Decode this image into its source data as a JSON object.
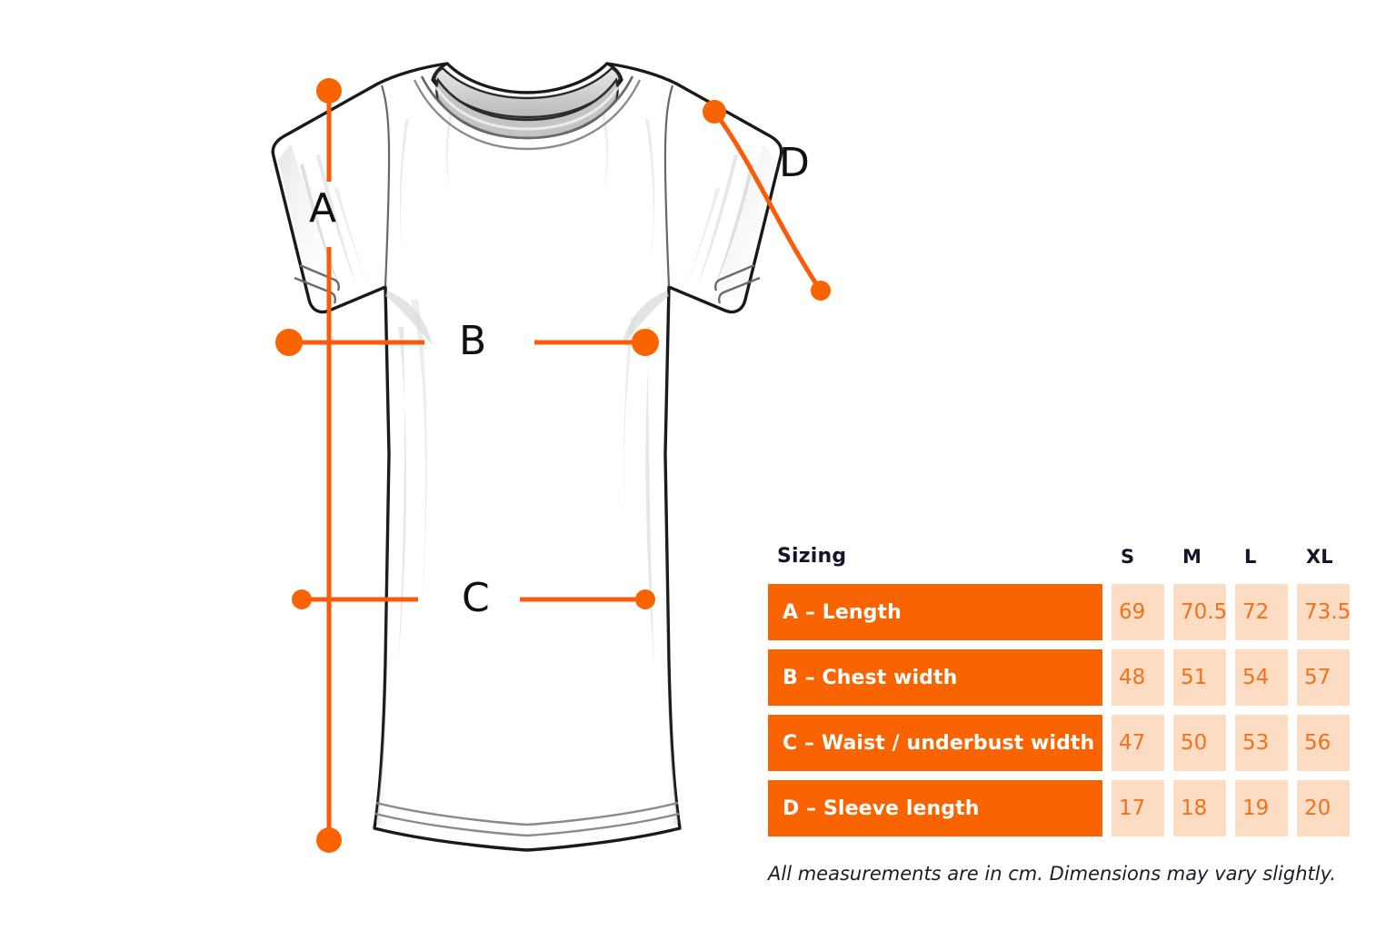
{
  "illustration": {
    "alt": "front view of a short sleeve t-shirt with measurement guides",
    "accent_color": "#FA6400",
    "outline_color": "#1a1a1a",
    "shade_color": "#e4e4e4",
    "markers": [
      {
        "id": "A",
        "label": "A",
        "kind": "vertical",
        "description": "shoulder to bottom hem length"
      },
      {
        "id": "B",
        "label": "B",
        "kind": "horizontal",
        "description": "chest width across armpits"
      },
      {
        "id": "C",
        "label": "C",
        "kind": "horizontal",
        "description": "waist / underbust width"
      },
      {
        "id": "D",
        "label": "D",
        "kind": "curve",
        "description": "sleeve length along outer seam"
      }
    ]
  },
  "table": {
    "title": "Sizing",
    "sizes": [
      "S",
      "M",
      "L",
      "XL"
    ],
    "rows": [
      {
        "label": "A – Length",
        "values": [
          "69",
          "70.5",
          "72",
          "73.5"
        ]
      },
      {
        "label": "B – Chest width",
        "values": [
          "48",
          "51",
          "54",
          "57"
        ]
      },
      {
        "label": "C – Waist / underbust width",
        "values": [
          "47",
          "50",
          "53",
          "56"
        ]
      },
      {
        "label": "D – Sleeve length",
        "values": [
          "17",
          "18",
          "19",
          "20"
        ]
      }
    ],
    "footnote": "All measurements are in cm. Dimensions may vary slightly.",
    "colors": {
      "label_bar": "#FA6400",
      "value_cell": "#FDDCC4",
      "value_text": "#F4701B",
      "header_text": "#14142b"
    }
  }
}
